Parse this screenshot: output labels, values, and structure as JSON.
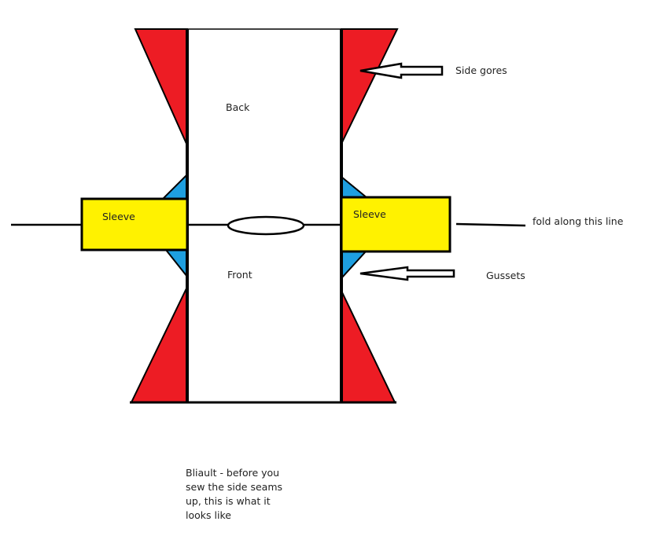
{
  "labels": {
    "back": "Back",
    "front": "Front",
    "sleeve_left": "Sleeve",
    "sleeve_right": "Sleeve",
    "side_gores": "Side gores",
    "fold_line": "fold along this line",
    "gussets": "Gussets"
  },
  "caption": {
    "lines": [
      "Bliault - before you",
      "sew the side seams",
      "up, this is what it",
      "looks like"
    ]
  },
  "colors": {
    "gore": "#ed1c24",
    "gusset": "#1e9fe0",
    "sleeve": "#fff200",
    "outline": "#000000"
  }
}
